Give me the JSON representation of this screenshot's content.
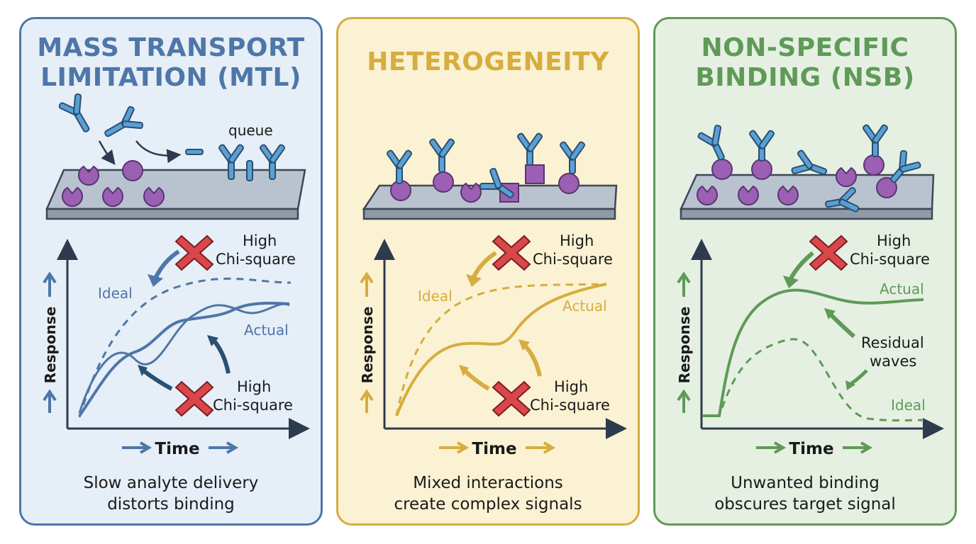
{
  "colors": {
    "mtl": "#4e76a8",
    "het": "#d6ad3e",
    "nsb": "#5f9a57",
    "ligand": "#9b5fb3",
    "antibody": "#5aa0d4",
    "cross": "#d9474a",
    "axis": "#2e3a4d"
  },
  "panels": [
    {
      "title_line1": "MASS TRANSPORT",
      "title_line2": "LIMITATION (MTL)",
      "queue_label": "queue",
      "chi_top_1": "High",
      "chi_top_2": "Chi-square",
      "chi_bottom_1": "High",
      "chi_bottom_2": "Chi-square",
      "ideal_label": "Ideal",
      "actual_label": "Actual",
      "y_label": "Response",
      "x_label": "Time",
      "caption_line1": "Slow analyte delivery",
      "caption_line2": "distorts binding"
    },
    {
      "title_line1": "HETEROGENEITY",
      "chi_top_1": "High",
      "chi_top_2": "Chi-square",
      "chi_bottom_1": "High",
      "chi_bottom_2": "Chi-square",
      "ideal_label": "Ideal",
      "actual_label": "Actual",
      "y_label": "Response",
      "x_label": "Time",
      "caption_line1": "Mixed interactions",
      "caption_line2": "create complex signals"
    },
    {
      "title_line1": "NON-SPECIFIC",
      "title_line2": "BINDING (NSB)",
      "chi_top_1": "High",
      "chi_top_2": "Chi-square",
      "residual_1": "Residual",
      "residual_2": "waves",
      "ideal_label": "Ideal",
      "actual_label": "Actual",
      "y_label": "Response",
      "x_label": "Time",
      "caption_line1": "Unwanted binding",
      "caption_line2": "obscures target signal"
    }
  ]
}
